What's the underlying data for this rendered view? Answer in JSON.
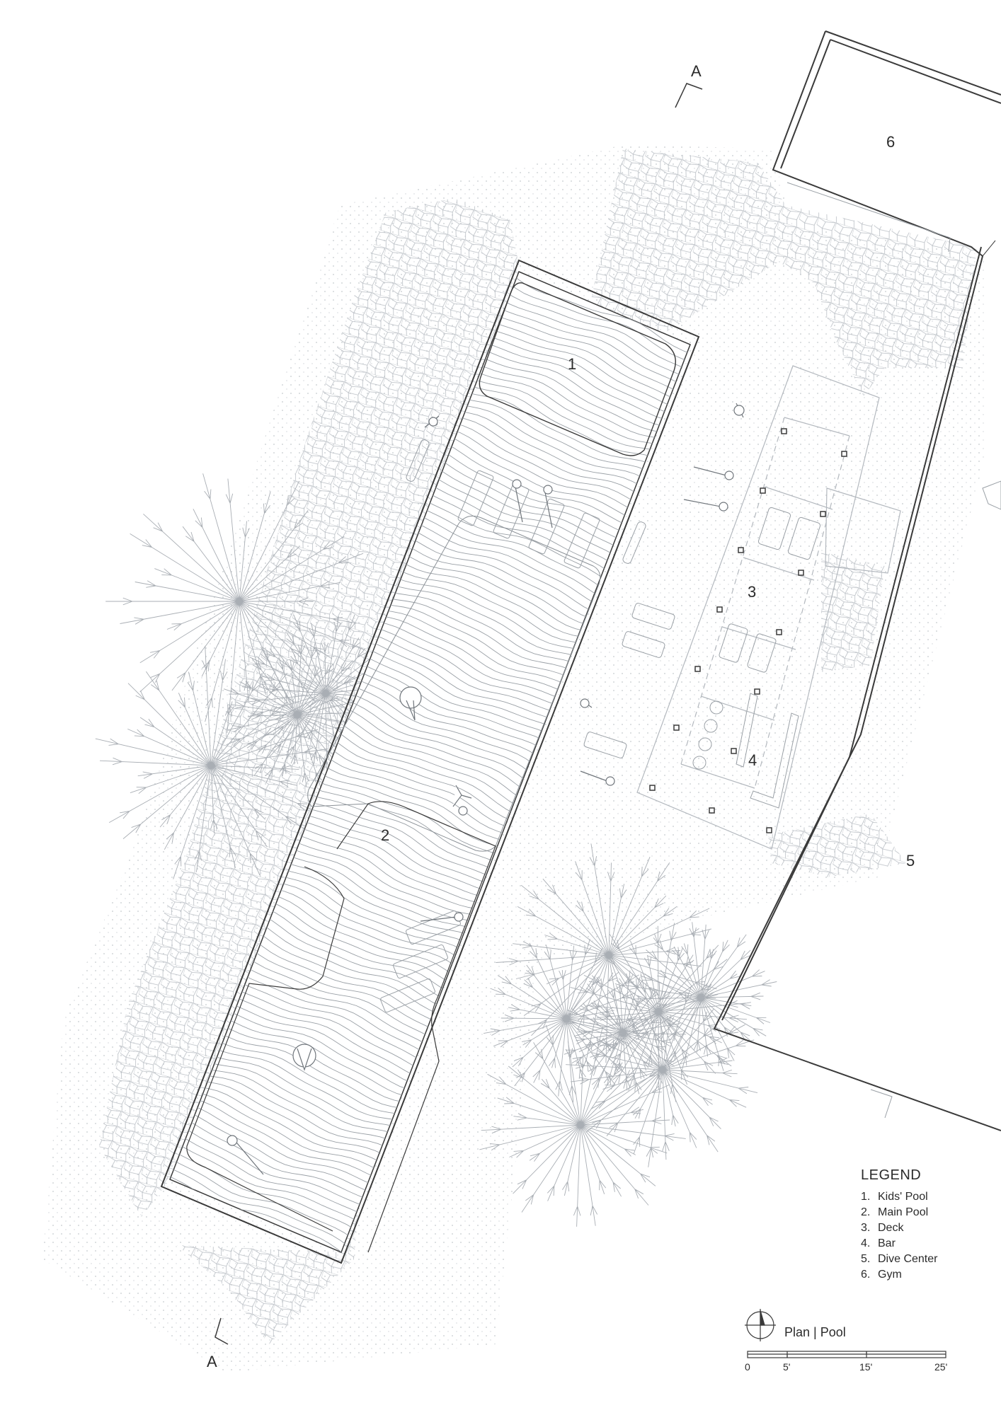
{
  "section_marker_label": "A",
  "zones": [
    {
      "id": "1",
      "label": "1"
    },
    {
      "id": "2",
      "label": "2"
    },
    {
      "id": "3",
      "label": "3"
    },
    {
      "id": "4",
      "label": "4"
    },
    {
      "id": "5",
      "label": "5"
    },
    {
      "id": "6",
      "label": "6"
    }
  ],
  "legend": {
    "title": "LEGEND",
    "items": [
      {
        "num": "1.",
        "label": "Kids' Pool"
      },
      {
        "num": "2.",
        "label": "Main Pool"
      },
      {
        "num": "3.",
        "label": "Deck"
      },
      {
        "num": "4.",
        "label": "Bar"
      },
      {
        "num": "5.",
        "label": "Dive Center"
      },
      {
        "num": "6.",
        "label": "Gym"
      }
    ]
  },
  "plan_title": "Plan | Pool",
  "scale_bar": {
    "labels": [
      "0",
      "5'",
      "15'",
      "25'"
    ]
  },
  "colors": {
    "line": "#3a3a3a",
    "light_line": "#9aa0a6",
    "paving": "#b9bec4",
    "tree": "#a9aeb4",
    "background": "#ffffff"
  },
  "icons": [
    "north-arrow-icon",
    "section-marker-icon",
    "person-icon",
    "sun-lounger-icon",
    "tree-icon"
  ]
}
